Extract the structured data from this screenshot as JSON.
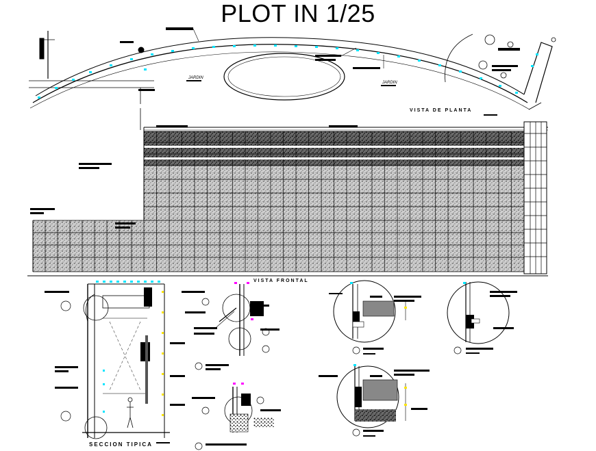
{
  "title": "PLOT IN 1/25",
  "labels": {
    "plan_view": "VISTA DE PLANTA",
    "front_view": "VISTA FRONTAL",
    "typical_section": "SECCION TIPICA",
    "garden_1": "JARDIN",
    "garden_2": "JARDIN"
  },
  "colors": {
    "line": "#000000",
    "accent_cyan": "#00e5ff",
    "accent_magenta": "#ff00ff",
    "accent_yellow": "#ffe600",
    "hatch_gray": "#8a8a8a"
  }
}
